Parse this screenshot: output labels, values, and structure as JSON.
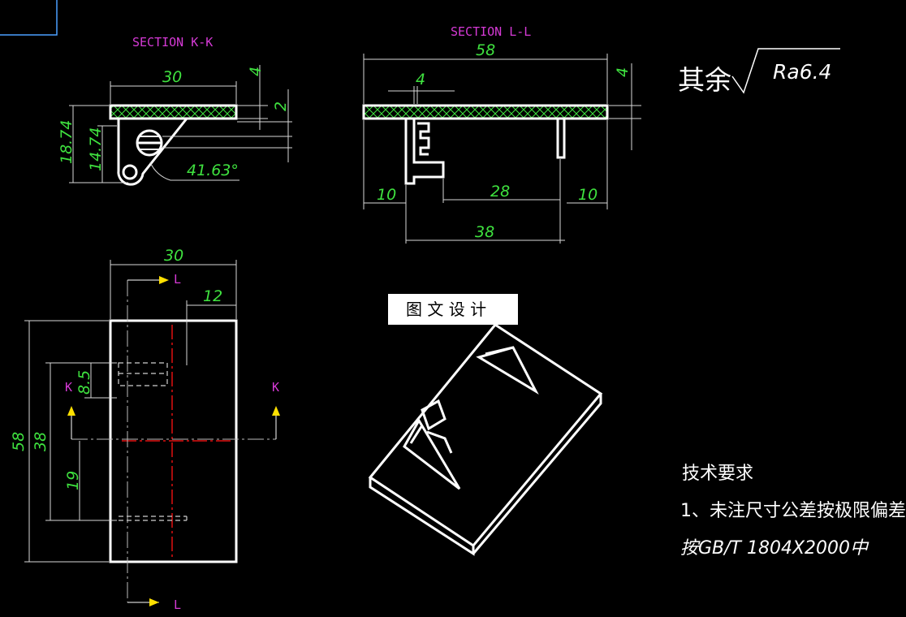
{
  "sections": {
    "kk_title": "SECTION K-K",
    "ll_title": "SECTION L-L"
  },
  "dims_kk": {
    "width": "30",
    "top": "4",
    "thick": "2",
    "h1": "18.74",
    "h2": "14.74",
    "angle": "41.63°"
  },
  "dims_ll": {
    "width": "58",
    "slot": "4",
    "right": "4",
    "left_off": "10",
    "mid": "28",
    "right_off": "10",
    "span": "38"
  },
  "plan": {
    "width": "30",
    "offset": "12",
    "k_height": "8.5",
    "total": "58",
    "h38": "38",
    "h19": "19",
    "label_l": "L",
    "label_k": "K"
  },
  "roughness": {
    "prefix": "其余",
    "value": "Ra6.4"
  },
  "watermark": "图 文 设 计",
  "notes": {
    "title": "技术要求",
    "line1": "1、未注尺寸公差按极限偏差",
    "line2": "按GB/T 1804X2000中"
  },
  "colors": {
    "dimension": "#3fe23f",
    "section_label": "#d63ad6",
    "outline": "#ffffff",
    "center_line": "#e01010",
    "arrow_marker": "#ffe000"
  }
}
